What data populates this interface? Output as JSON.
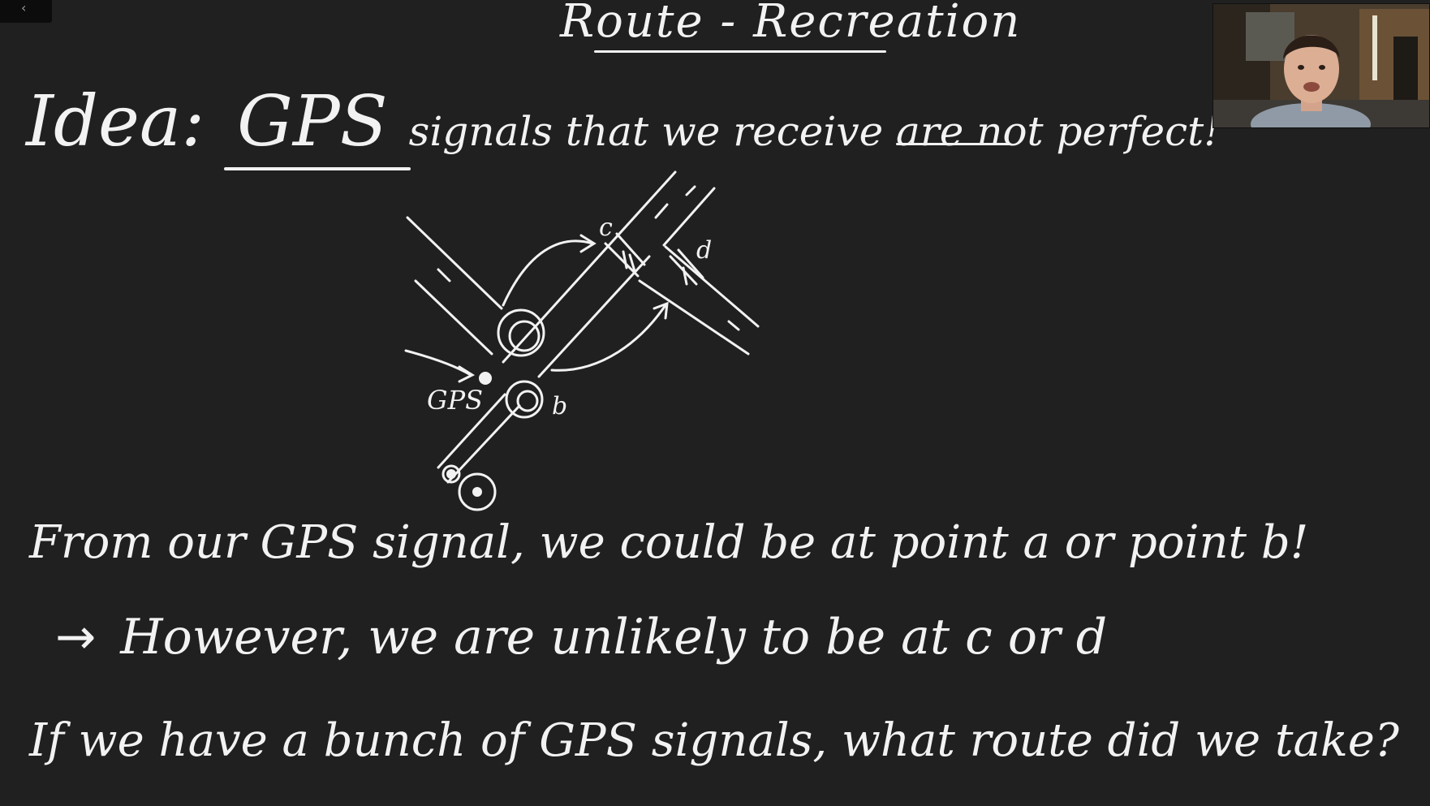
{
  "corner": {
    "glyph": "‹"
  },
  "title": "Route - Recreation",
  "idea": {
    "label": "Idea:",
    "gps": "GPS",
    "rest": "signals that we receive are not perfect!"
  },
  "diagram": {
    "gps_label": "GPS",
    "point_b": "b",
    "point_c": "c",
    "point_d": "d"
  },
  "lines": {
    "line1": "From our GPS signal, we could be at point a or point b!",
    "line2_arrow": "→",
    "line2": "However, we are unlikely to be at c or d",
    "line3": "If we have a bunch of GPS signals, what route did we take?"
  },
  "colors": {
    "board": "#202020",
    "chalk": "#f2f2f2"
  }
}
